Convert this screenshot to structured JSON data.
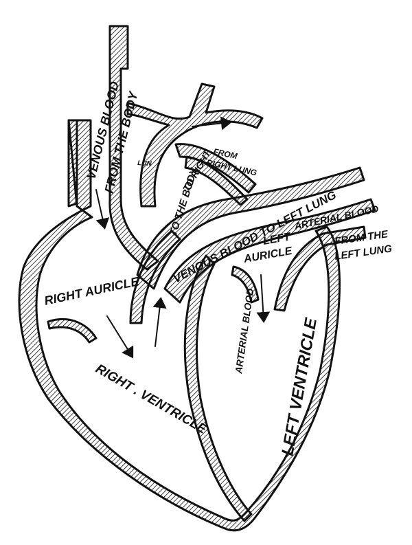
{
  "labels": {
    "venous_from_body_1": "VENOUS BLOOD",
    "venous_from_body_2": "FROM THE BODY",
    "to_the_body": "TO THE BODY",
    "from_right_lung_1": "FROM",
    "from_right_lung_2": "RIGHT LUNG",
    "to_right": "TO RIGHT",
    "lung_fragment": "LUN",
    "venous_to_left_lung": "VENOUS BLOOD TO LEFT LUNG",
    "arterial_blood_top": "ARTERIAL BLOOD",
    "left_auricle_1": "LEFT",
    "left_auricle_2": "AURICLE",
    "from_left_lung_1": "FROM THE",
    "from_left_lung_2": "LEFT LUNG",
    "right_auricle": "RIGHT AURICLE",
    "arterial_blood_mid": "ARTERIAL BLOOD",
    "left_ventricle": "LEFT VENTRICLE",
    "right_ventricle": "RIGHT . VENTRICLE"
  },
  "colors": {
    "ink": "#111111",
    "paper": "#ffffff"
  },
  "icons": {
    "flow_arrow": "feathered-arrow-icon"
  }
}
